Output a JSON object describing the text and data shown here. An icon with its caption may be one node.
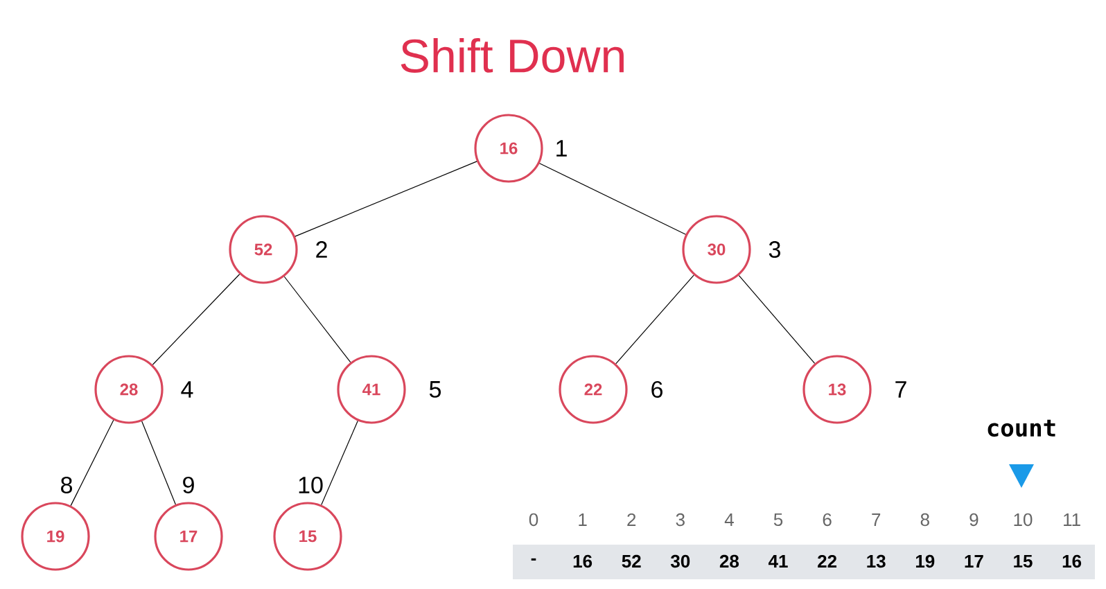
{
  "diagram": {
    "title": "Shift Down",
    "nodes": [
      {
        "text": [
          "16"
        ],
        "beside": [
          "1"
        ]
      },
      {
        "text": [
          "52"
        ],
        "beside": [
          "2"
        ]
      },
      {
        "text": [
          "30"
        ],
        "beside": [
          "3"
        ]
      },
      {
        "text": [
          "28"
        ],
        "beside": [
          "4"
        ]
      },
      {
        "text": [
          "41"
        ],
        "beside": [
          "5"
        ]
      },
      {
        "text": [
          "22"
        ],
        "beside": [
          "6"
        ]
      },
      {
        "text": [
          "13"
        ],
        "beside": [
          "7"
        ]
      },
      {
        "text": [
          "19"
        ],
        "beside": [
          "8"
        ]
      },
      {
        "text": [
          "17"
        ],
        "beside": [
          "9"
        ]
      },
      {
        "text": [
          "15"
        ],
        "beside": [
          "10"
        ]
      }
    ],
    "edges": [
      {
        "from": 0,
        "to": 1,
        "arrow": "none"
      },
      {
        "from": 0,
        "to": 2,
        "arrow": "none"
      },
      {
        "from": 1,
        "to": 3,
        "arrow": "none"
      },
      {
        "from": 1,
        "to": 4,
        "arrow": "none"
      },
      {
        "from": 2,
        "to": 5,
        "arrow": "none"
      },
      {
        "from": 2,
        "to": 6,
        "arrow": "none"
      },
      {
        "from": 3,
        "to": 7,
        "arrow": "none"
      },
      {
        "from": 3,
        "to": 8,
        "arrow": "none"
      },
      {
        "from": 4,
        "to": 9,
        "arrow": "none"
      }
    ],
    "labels": [
      "count",
      "0",
      "1",
      "2",
      "3",
      "4",
      "5",
      "6",
      "7",
      "8",
      "9",
      "10",
      "11",
      "-",
      "16",
      "52",
      "30",
      "28",
      "41",
      "22",
      "13",
      "19",
      "17",
      "15",
      "16"
    ]
  }
}
